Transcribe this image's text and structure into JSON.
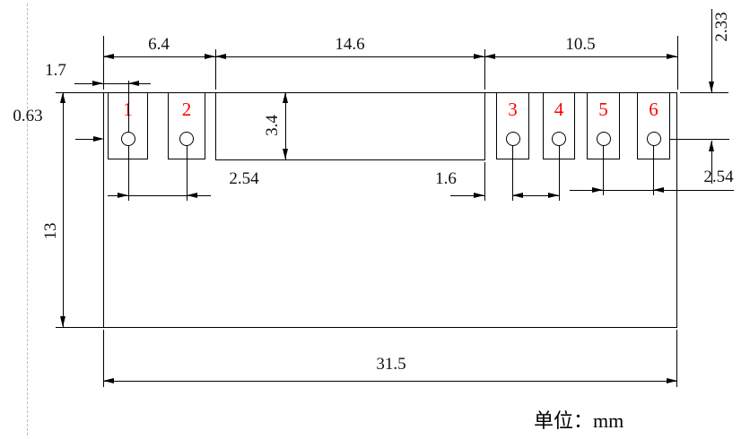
{
  "drawing": {
    "unit_label": "单位：mm",
    "pins": [
      "1",
      "2",
      "3",
      "4",
      "5",
      "6"
    ],
    "dimensions": {
      "left_group_width": "6.4",
      "center_section_width": "14.6",
      "right_group_width": "10.5",
      "edge_to_pin1": "1.7",
      "hole_edge_offset": "0.63",
      "pad_depth": "3.4",
      "pitch_left": "2.54",
      "gap_center_to_pin3": "1.6",
      "pitch_right": "2.54",
      "top_to_hole_center": "2.33",
      "body_height": "13",
      "body_width": "31.5"
    },
    "colors": {
      "pin_number": "#ff0000",
      "line": "#000000"
    }
  }
}
